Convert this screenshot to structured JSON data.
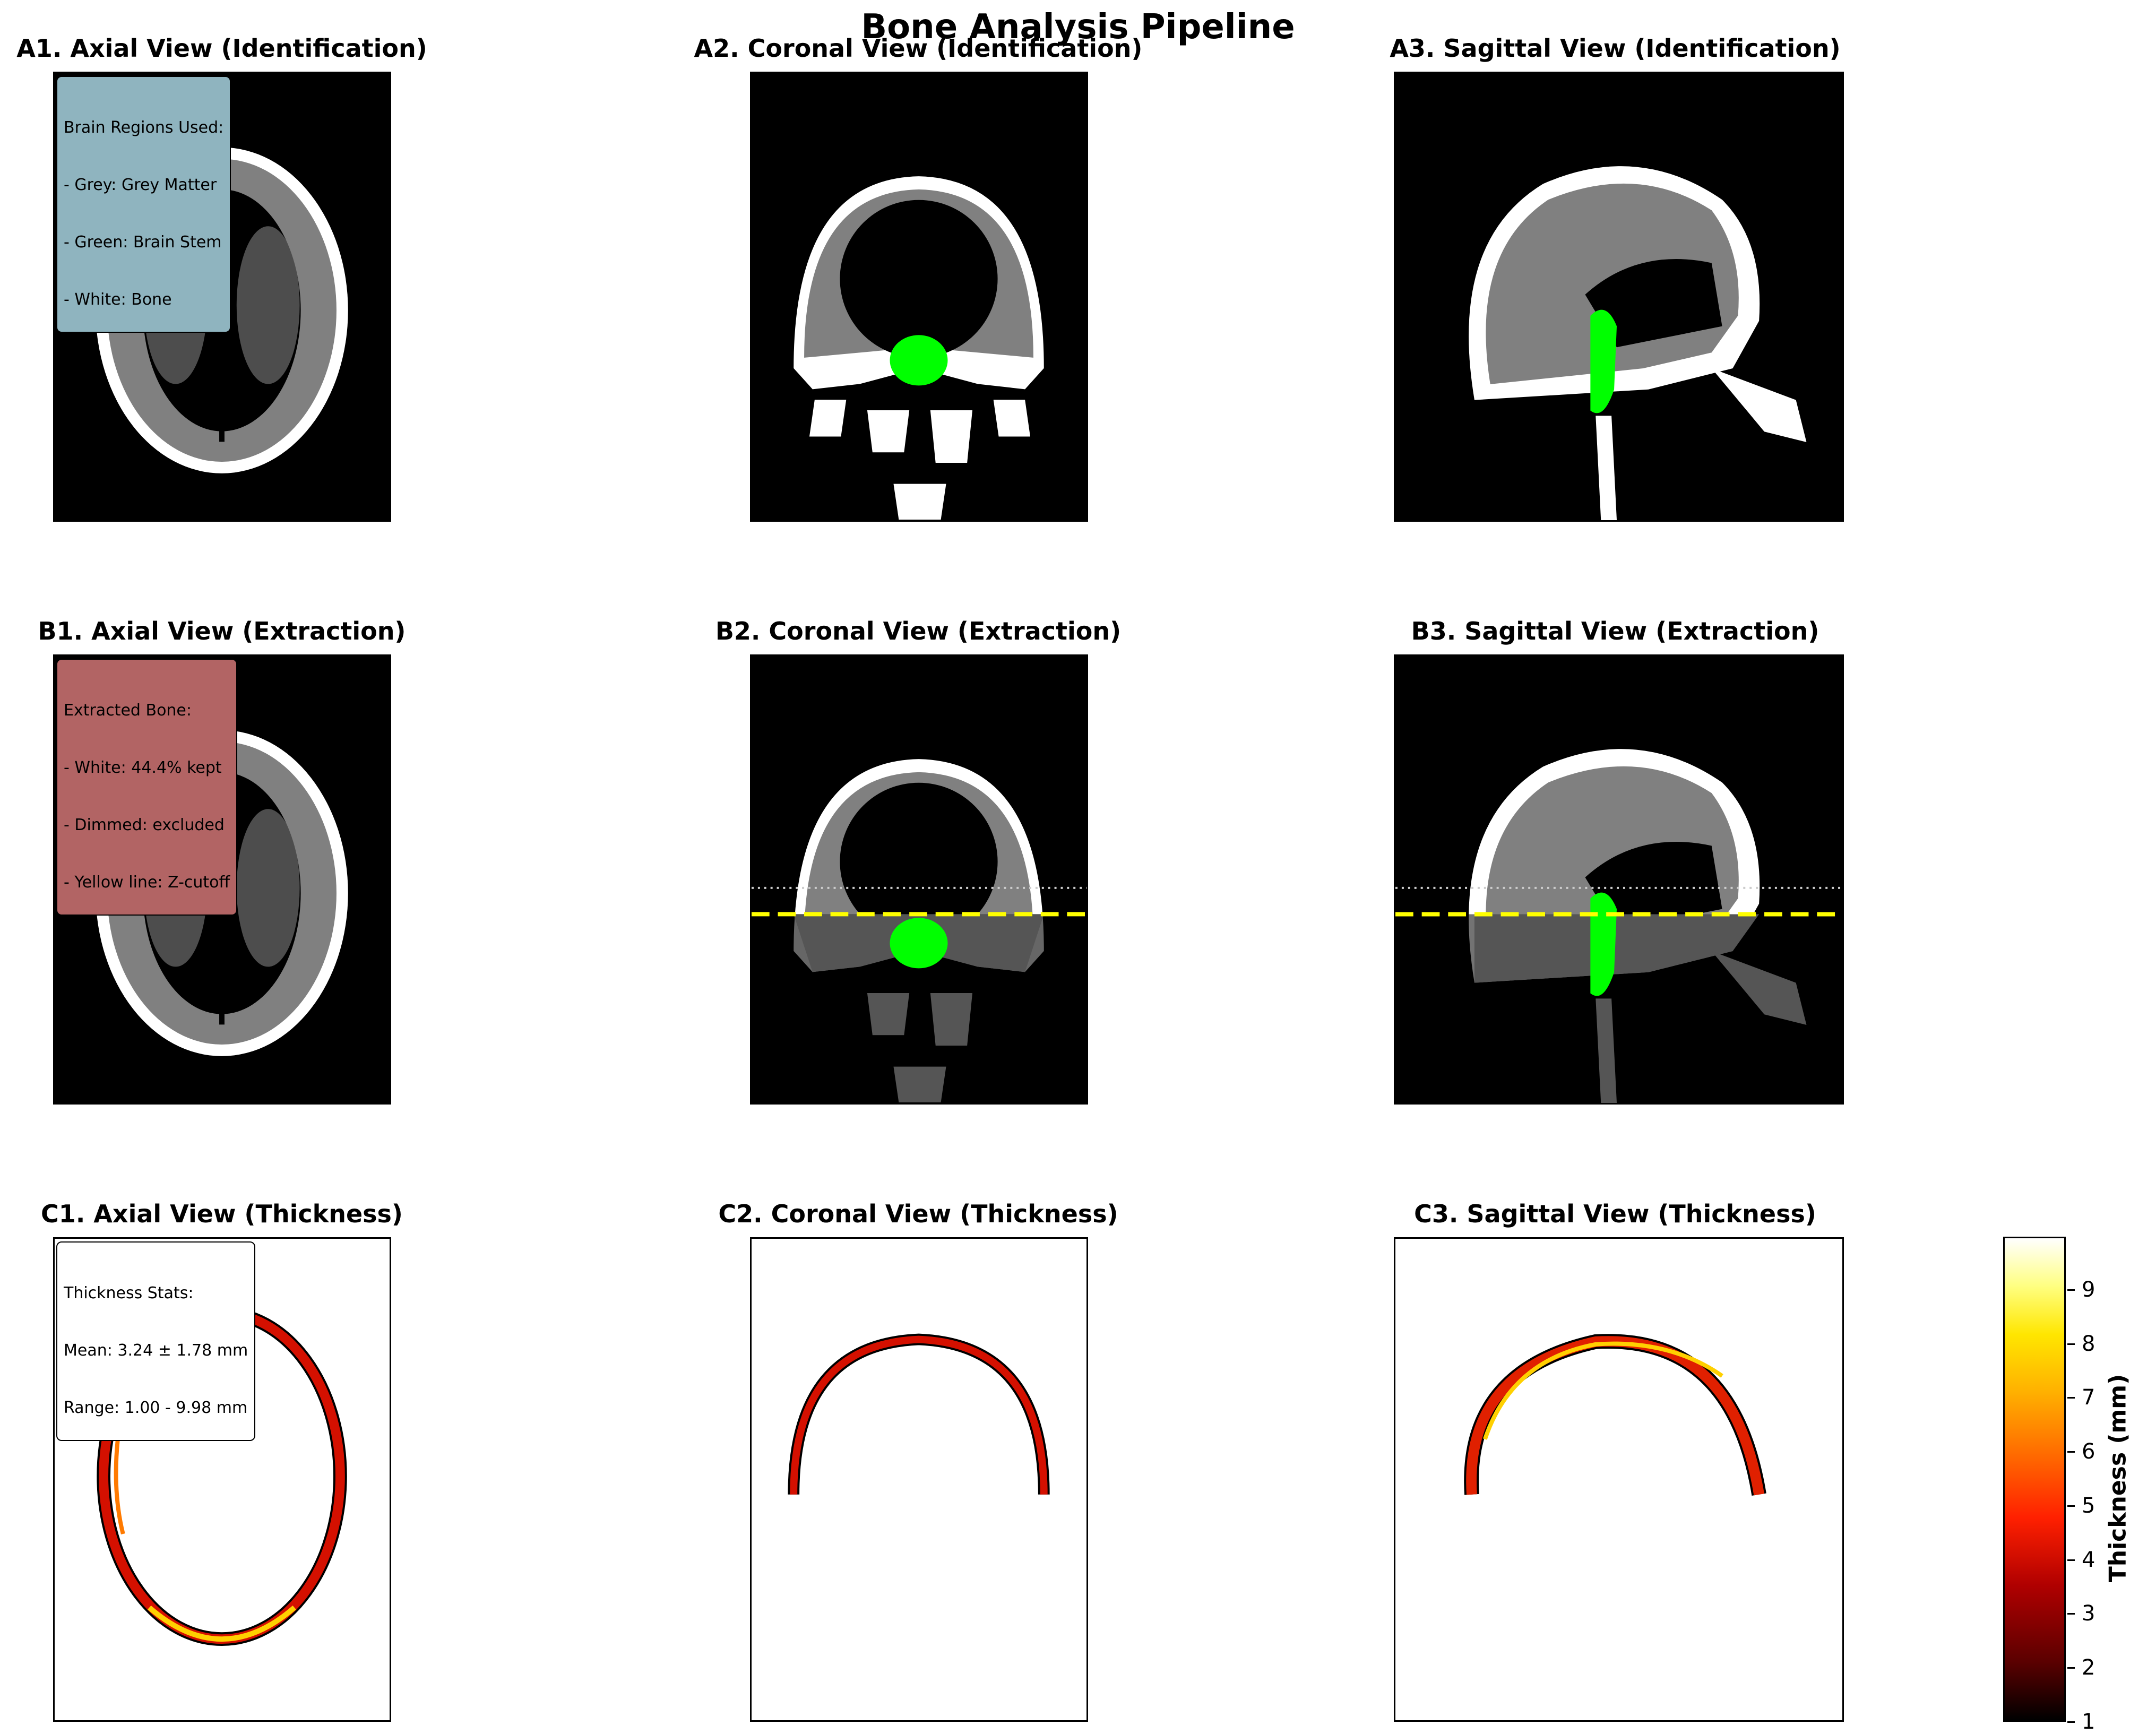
{
  "figure": {
    "title": "Bone Analysis Pipeline"
  },
  "panels": {
    "A1": {
      "title": "A1. Axial View (Identification)"
    },
    "A2": {
      "title": "A2. Coronal View (Identification)"
    },
    "A3": {
      "title": "A3. Sagittal View (Identification)"
    },
    "B1": {
      "title": "B1. Axial View (Extraction)"
    },
    "B2": {
      "title": "B2. Coronal View (Extraction)"
    },
    "B3": {
      "title": "B3. Sagittal View (Extraction)"
    },
    "C1": {
      "title": "C1. Axial View (Thickness)"
    },
    "C2": {
      "title": "C2. Coronal View (Thickness)"
    },
    "C3": {
      "title": "C3. Sagittal View (Thickness)"
    }
  },
  "legends": {
    "regions": {
      "lines": [
        "Brain Regions Used:",
        "- Grey: Grey Matter",
        "- Green: Brain Stem",
        "- White: Bone"
      ],
      "color": "#a9d3e0"
    },
    "extraction": {
      "lines": [
        "Extracted Bone:",
        "- White: 44.4% kept",
        "- Dimmed: excluded",
        "- Yellow line: Z-cutoff"
      ],
      "color": "#c87070"
    },
    "thickness": {
      "lines": [
        "Thickness Stats:",
        "Mean: 3.24 ± 1.78 mm",
        "Range: 1.00 - 9.98 mm"
      ],
      "color": "#ffffff"
    }
  },
  "colorbar": {
    "label": "Thickness (mm)",
    "ticks": [
      "1",
      "2",
      "3",
      "4",
      "5",
      "6",
      "7",
      "8",
      "9"
    ],
    "range": [
      1.0,
      9.98
    ],
    "colormap": "hot"
  },
  "colors": {
    "grey_matter": "#808080",
    "brain_stem": "#00ff00",
    "bone": "#ffffff",
    "z_cutoff": "#ffff00"
  }
}
